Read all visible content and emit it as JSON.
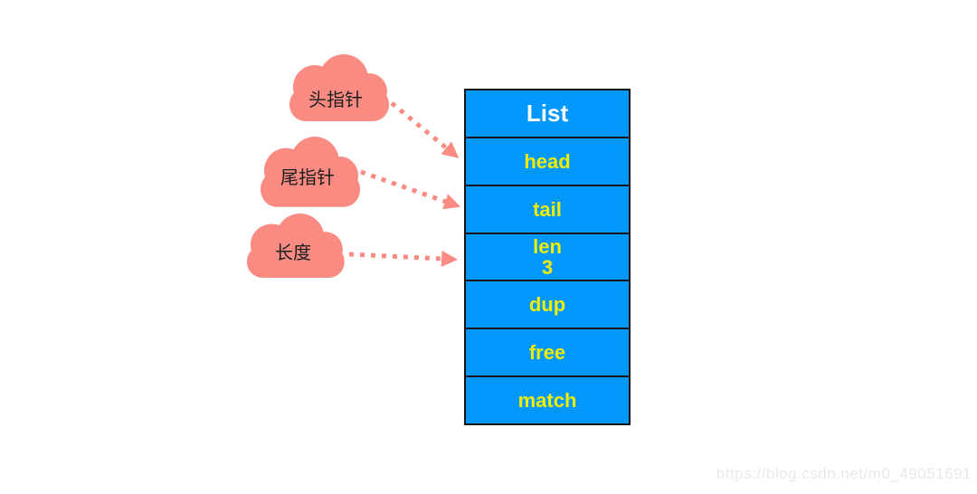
{
  "diagram": {
    "clouds": [
      {
        "label": "头指针"
      },
      {
        "label": "尾指针"
      },
      {
        "label": "长度"
      }
    ],
    "table": {
      "title": "List",
      "rows": [
        {
          "label": "head"
        },
        {
          "label": "tail"
        },
        {
          "label": "len",
          "value": "3"
        },
        {
          "label": "dup"
        },
        {
          "label": "free"
        },
        {
          "label": "match"
        }
      ]
    },
    "watermark": "https://blog.csdn.net/m0_49051691",
    "colors": {
      "cloud_fill": "#F98B83",
      "arrow": "#F98B83",
      "table_fill": "#0098FF",
      "table_border": "#151515",
      "title_color": "#FFFFFF",
      "label_color": "#F2EE00",
      "cloud_text": "#1D1D1D",
      "watermark_color": "#E9E9E9",
      "page_bg": "#FFFFFF"
    }
  }
}
